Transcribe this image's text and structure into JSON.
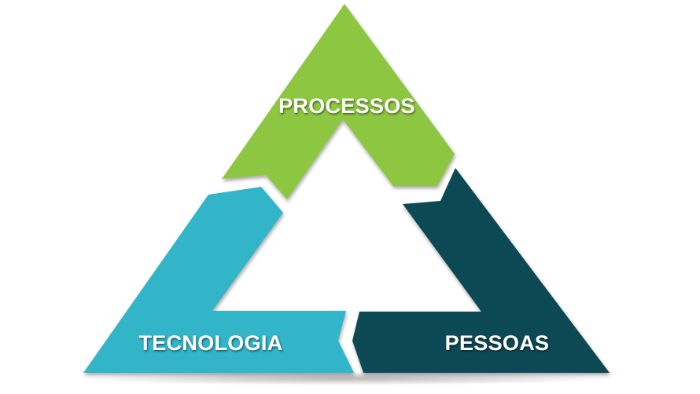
{
  "diagram": {
    "segments": [
      {
        "key": "processos",
        "label": "PROCESSOS",
        "color": "#8dc63f"
      },
      {
        "key": "pessoas",
        "label": "PESSOAS",
        "color": "#0f4a55"
      },
      {
        "key": "tecnologia",
        "label": "TECNOLOGIA",
        "color": "#32b5c9"
      }
    ],
    "center_color": "#ffffff"
  }
}
